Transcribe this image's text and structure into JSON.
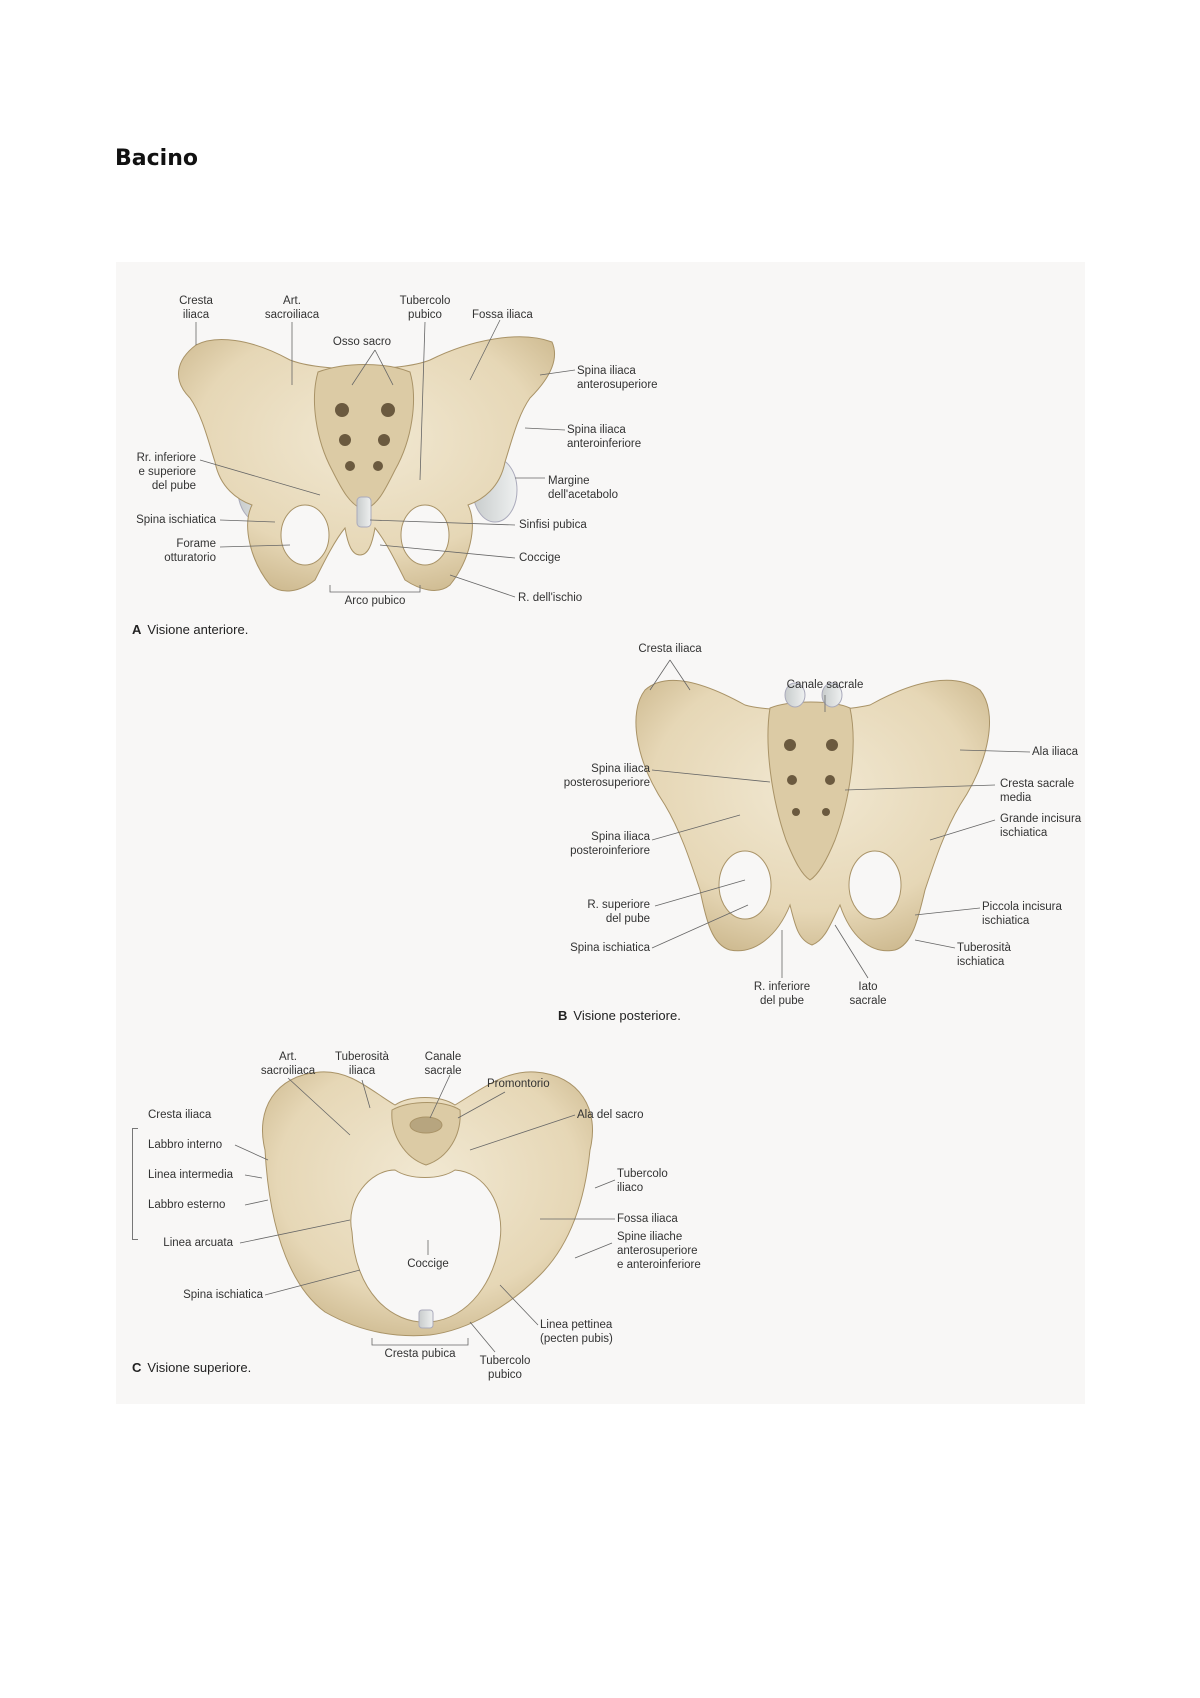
{
  "title": "Bacino",
  "figureA": {
    "caption_letter": "A",
    "caption_text": "Visione anteriore.",
    "labels": {
      "cresta_iliaca": "Cresta\niliaca",
      "art_sacroiliaca": "Art.\nsacroiliaca",
      "tubercolo_pubico": "Tubercolo\npubico",
      "fossa_iliaca": "Fossa iliaca",
      "osso_sacro": "Osso sacro",
      "spina_anterosup": "Spina iliaca\nanterosuperiore",
      "spina_anteroinf": "Spina iliaca\nanteroinferiore",
      "rr_pube": "Rr. inferiore\ne superiore\ndel pube",
      "margine_acetabolo": "Margine\ndell'acetabolo",
      "spina_ischiatica": "Spina ischiatica",
      "sinfisi_pubica": "Sinfisi pubica",
      "forame_otturatorio": "Forame\notturatorio",
      "coccige": "Coccige",
      "arco_pubico": "Arco pubico",
      "r_ischio": "R. dell'ischio"
    }
  },
  "figureB": {
    "caption_letter": "B",
    "caption_text": "Visione posteriore.",
    "labels": {
      "cresta_iliaca": "Cresta iliaca",
      "canale_sacrale": "Canale sacrale",
      "ala_iliaca": "Ala iliaca",
      "spina_posterosup": "Spina iliaca\nposterosuperiore",
      "cresta_sacrale": "Cresta sacrale\nmedia",
      "grande_incisura": "Grande incisura\nischiatica",
      "spina_posteroinf": "Spina iliaca\nposteroinferiore",
      "r_sup_pube": "R. superiore\ndel pube",
      "piccola_incisura": "Piccola incisura\nischiatica",
      "spina_ischiatica": "Spina ischiatica",
      "tuberosita": "Tuberosità\nischiatica",
      "r_inf_pube": "R. inferiore\ndel pube",
      "iato_sacrale": "Iato\nsacrale"
    }
  },
  "figureC": {
    "caption_letter": "C",
    "caption_text": "Visione superiore.",
    "labels": {
      "art_sacroiliaca": "Art.\nsacroiliaca",
      "tuberosita_iliaca": "Tuberosità\niliaca",
      "canale_sacrale": "Canale\nsacrale",
      "promontorio": "Promontorio",
      "cresta_iliaca": "Cresta iliaca",
      "ala_sacro": "Ala del sacro",
      "labbro_interno": "Labbro interno",
      "linea_intermedia": "Linea intermedia",
      "tubercolo_iliaco": "Tubercolo\niliaco",
      "labbro_esterno": "Labbro esterno",
      "fossa_iliaca": "Fossa iliaca",
      "linea_arcuata": "Linea arcuata",
      "spine_iliache": "Spine iliache\nanterosuperiore\ne anteroinferiore",
      "coccige": "Coccige",
      "spina_ischiatica": "Spina ischiatica",
      "linea_pettinea": "Linea pettinea\n(pecten pubis)",
      "cresta_pubica": "Cresta pubica",
      "tubercolo_pubico": "Tubercolo\npubico"
    }
  },
  "colors": {
    "bone": "#e8dcc0",
    "bone_shadow": "#c9b791",
    "cartilage": "#d9dcdc",
    "panel": "#f8f7f6"
  }
}
